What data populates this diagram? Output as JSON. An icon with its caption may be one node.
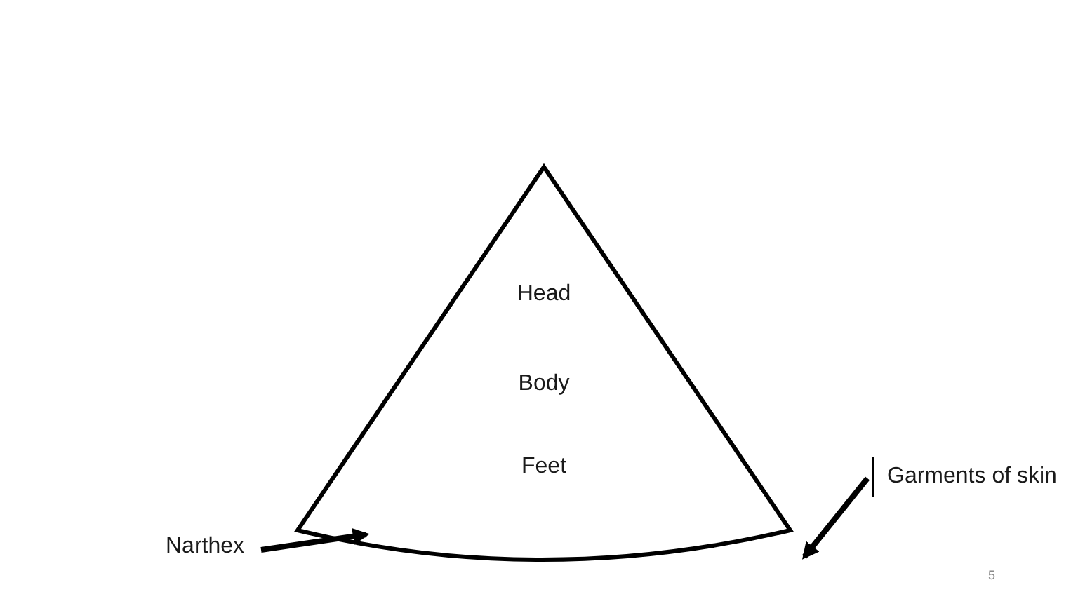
{
  "diagram": {
    "nodes": [
      {
        "text": [
          "Head",
          "Body",
          "Feet"
        ]
      },
      {
        "text": [
          "Narthex"
        ]
      },
      {
        "text": [
          "Garments of skin"
        ]
      }
    ],
    "edges": [
      {
        "from": 1,
        "to": 0,
        "arrow": "to"
      },
      {
        "from": 2,
        "to": 0,
        "arrow": "to"
      }
    ],
    "labels": [
      "5"
    ]
  }
}
